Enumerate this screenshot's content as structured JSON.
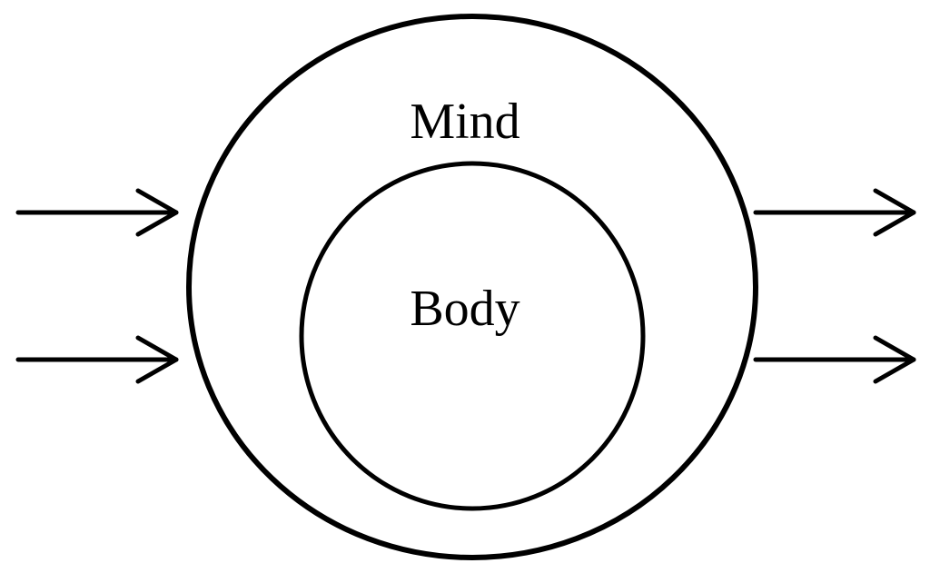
{
  "diagram": {
    "outer_label": "Mind",
    "inner_label": "Body",
    "stroke_color": "#000000",
    "background_color": "#ffffff",
    "inputs": [
      {
        "name": "input-arrow-top",
        "direction": "right"
      },
      {
        "name": "input-arrow-bottom",
        "direction": "right"
      }
    ],
    "outputs": [
      {
        "name": "output-arrow-top",
        "direction": "right"
      },
      {
        "name": "output-arrow-bottom",
        "direction": "right"
      }
    ]
  }
}
